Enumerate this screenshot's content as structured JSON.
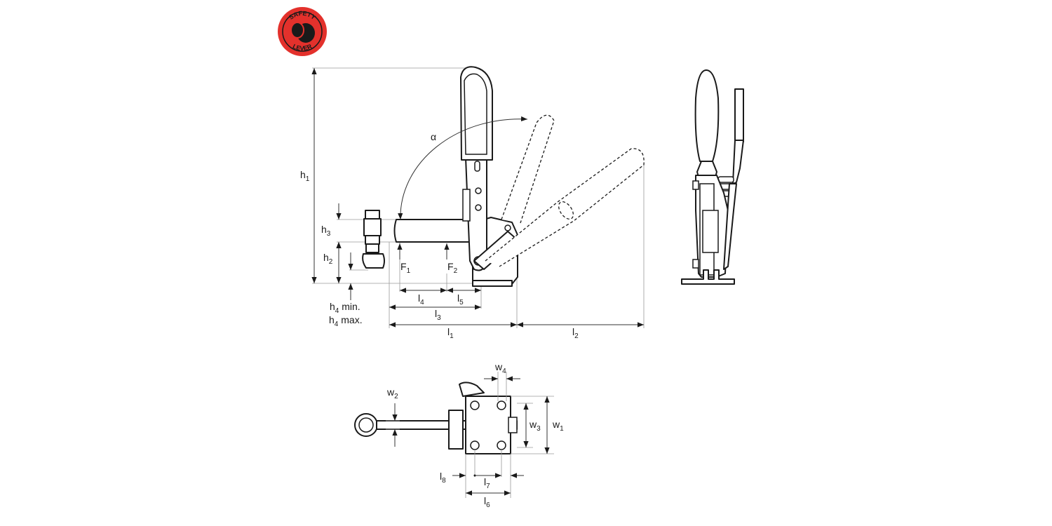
{
  "badge": {
    "top_text": "SAFETY",
    "bottom_text": "LEVER",
    "color": "#e3312c",
    "icon": "safety-lever-knob-icon"
  },
  "angle_label": "α",
  "dimensions": {
    "h1": {
      "main": "h",
      "sub": "1"
    },
    "h2": {
      "main": "h",
      "sub": "2"
    },
    "h3": {
      "main": "h",
      "sub": "3"
    },
    "h4min": {
      "main": "h",
      "sub": "4",
      "suffix": " min."
    },
    "h4max": {
      "main": "h",
      "sub": "4",
      "suffix": " max."
    },
    "F1": {
      "main": "F",
      "sub": "1"
    },
    "F2": {
      "main": "F",
      "sub": "2"
    },
    "l1": {
      "main": "l",
      "sub": "1"
    },
    "l2": {
      "main": "l",
      "sub": "2"
    },
    "l3": {
      "main": "l",
      "sub": "3"
    },
    "l4": {
      "main": "l",
      "sub": "4"
    },
    "l5": {
      "main": "l",
      "sub": "5"
    },
    "l6": {
      "main": "l",
      "sub": "6"
    },
    "l7": {
      "main": "l",
      "sub": "7"
    },
    "l8": {
      "main": "l",
      "sub": "8"
    },
    "w1": {
      "main": "w",
      "sub": "1"
    },
    "w2": {
      "main": "w",
      "sub": "2"
    },
    "w3": {
      "main": "w",
      "sub": "3"
    },
    "w4": {
      "main": "w",
      "sub": "4"
    }
  },
  "colors": {
    "line": "#1a1a1a",
    "extension": "#9a9a9a",
    "badge_red": "#e3312c"
  }
}
